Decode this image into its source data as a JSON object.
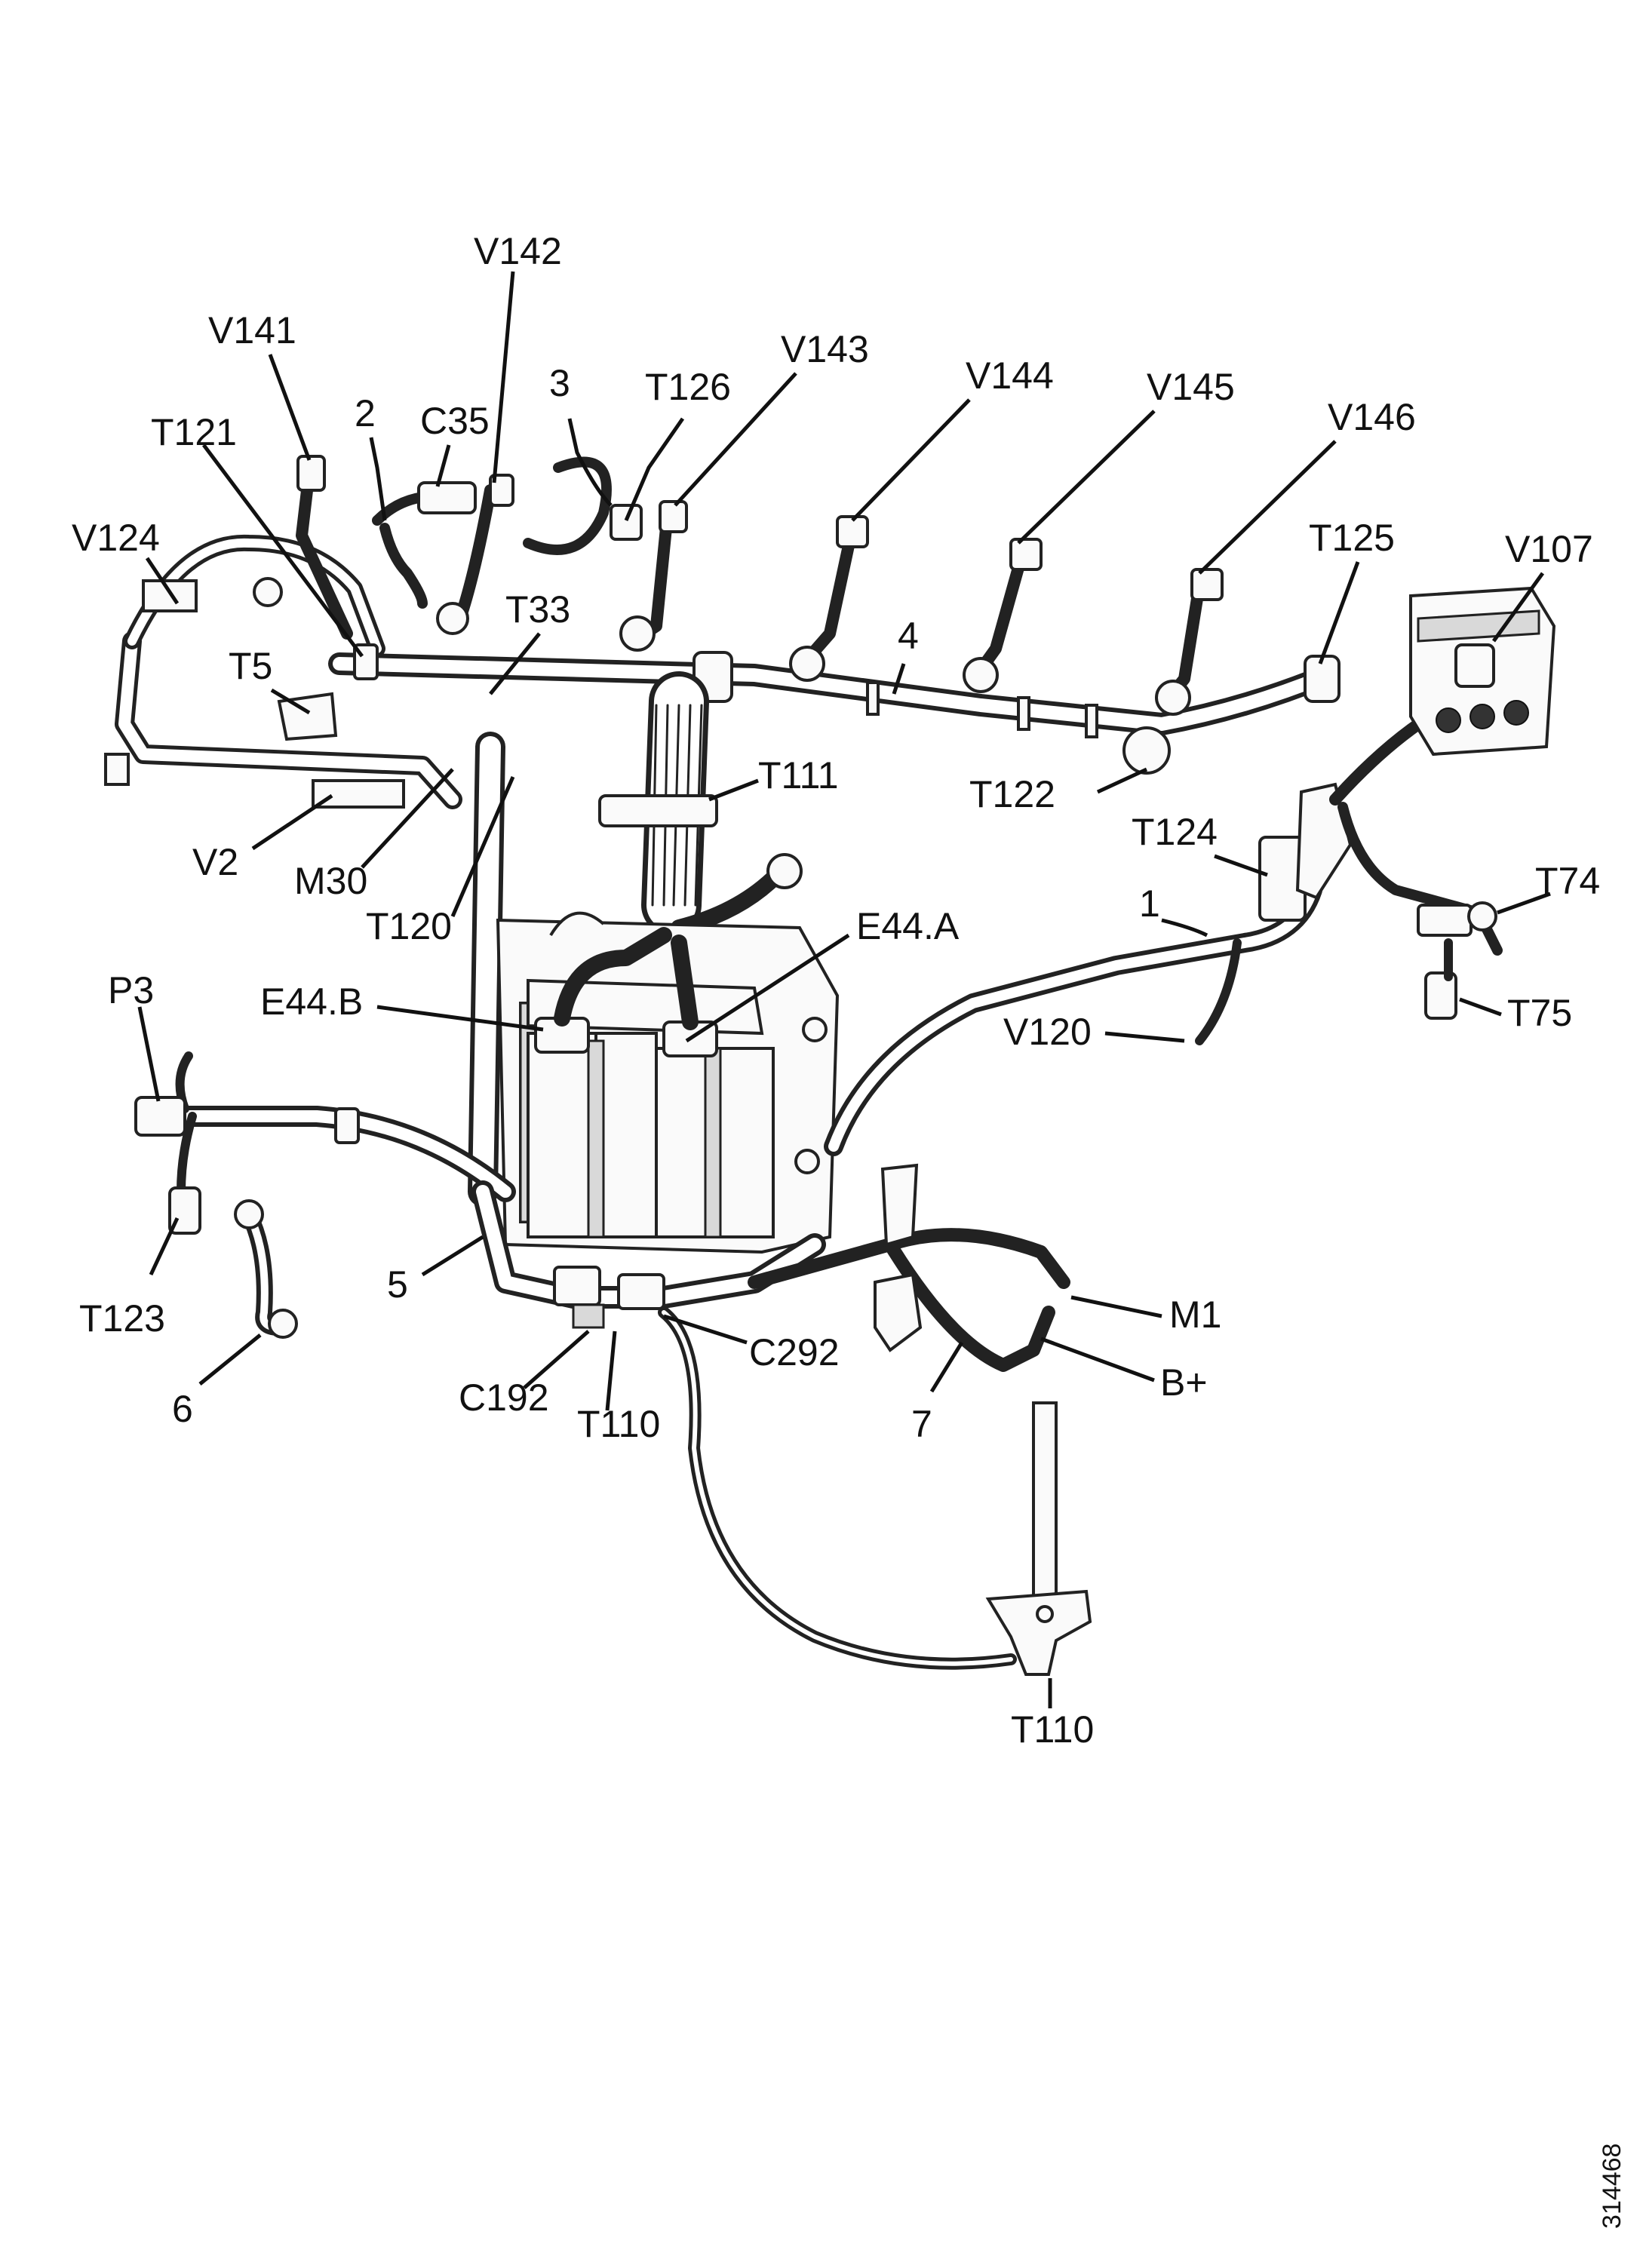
{
  "diagram": {
    "labels": [
      "V142",
      "V141",
      "3",
      "T126",
      "V143",
      "V144",
      "2",
      "C35",
      "V145",
      "T121",
      "V146",
      "V124",
      "T125",
      "V107",
      "T33",
      "4",
      "T5",
      "T111",
      "T122",
      "V2",
      "M30",
      "T124",
      "T74",
      "T120",
      "1",
      "E44.A",
      "P3",
      "E44.B",
      "V120",
      "T75",
      "5",
      "M1",
      "T123",
      "C292",
      "B+",
      "6",
      "C192",
      "7",
      "T110",
      "T110"
    ],
    "document_number": "314468"
  }
}
